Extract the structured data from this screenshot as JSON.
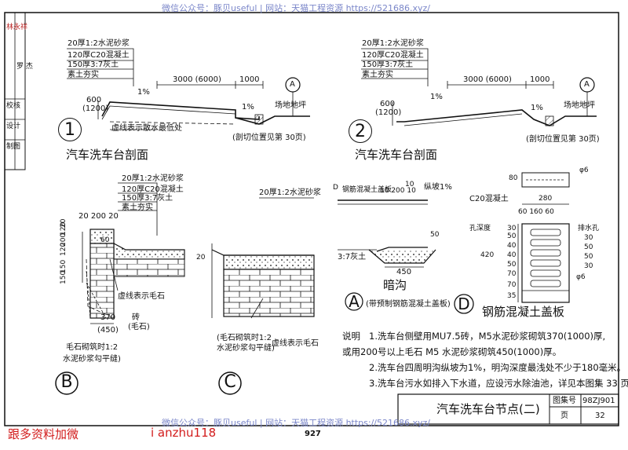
{
  "watermark": {
    "top": "微信公众号：豚贝useful | 网站：天猫工程资源 https://521686.xyz/",
    "bottom": "微信公众号：豚贝useful | 网站：天猫工程资源 https://521686.xyz/"
  },
  "side_stamp": {
    "signatures": [
      "林永祥",
      "罗 杰"
    ],
    "rows": [
      "校核",
      "设计",
      "制图"
    ]
  },
  "section1": {
    "marker": "1",
    "title": "汽车洗车台剖面",
    "layers": [
      "20厚1:2水泥砂浆",
      "120厚C20混凝土",
      "150厚3:7灰土",
      "素土夯实"
    ],
    "dim_long": "3000 (6000)",
    "dim_short": "1000",
    "slope_1": "1%",
    "slope_2": "1%",
    "dim_height_a": "600",
    "dim_height_b": "(1200)",
    "note_dashed": "虚线表示散水最低处",
    "note_ground": "场地地坪",
    "detail_marker": "A",
    "note_cut": "(剖切位置见第 30页)"
  },
  "section2": {
    "marker": "2",
    "title": "汽车洗车台剖面",
    "layers": [
      "20厚1:2水泥砂浆",
      "120厚C20混凝土",
      "150厚3:7灰土",
      "素土夯实"
    ],
    "dim_long": "3000 (6000)",
    "dim_short": "1000",
    "slope_1": "1%",
    "slope_2": "1%",
    "dim_height_a": "600",
    "dim_height_b": "(1200)",
    "note_ground": "场地地坪",
    "detail_marker": "A",
    "note_cut": "(剖切位置见第 30页)"
  },
  "detailB": {
    "marker": "B",
    "layers": [
      "20厚1:2水泥砂浆",
      "120厚C20混凝土",
      "150厚3:7灰土",
      "素土夯实"
    ],
    "top_dims": "20 200 20",
    "vertical_dims": [
      "20",
      "150",
      "120",
      "200",
      "120",
      "150"
    ],
    "dim_60": "60",
    "dim_370": "370",
    "dim_450": "(450)",
    "brick": "砖",
    "stone": "(毛石)",
    "note_dashed": "虚线表示毛石",
    "note_mortar": "毛石砌筑时1:2",
    "note_mortar2": "水泥砂浆勾平缝)"
  },
  "detailC": {
    "marker": "C",
    "dim_20": "20",
    "note_mortar": "(毛石砌筑时1:2",
    "note_mortar2": "水泥砂浆勾平缝)",
    "note_dashed": "虚线表示毛石"
  },
  "detailA": {
    "marker": "A",
    "top_layer": "20厚1:2水泥砂浆",
    "cover_ref": "钢筋混凝土盖板",
    "cover_marker": "D",
    "dims": "10  200  10",
    "dim_10": "10",
    "slope": "纵坡1%",
    "lime": "3:7灰土",
    "dim_450": "450",
    "dim_50": "50",
    "title": "暗沟",
    "subtitle": "(带预制钢筋混凝土盖板)"
  },
  "detailD": {
    "marker": "D",
    "title": "钢筋混凝土盖板",
    "rebar": "φ6",
    "rebar2": "φ6",
    "concrete": "C20混凝土",
    "dim_80": "80",
    "dim_280": "280",
    "sub_dims": "60  160  60",
    "drain": "排水孔",
    "width_label": "孔深度",
    "dim_420": "420",
    "left_dims": [
      "35",
      "70",
      "70",
      "50",
      "40",
      "40",
      "50",
      "30"
    ],
    "right_dims": [
      "30",
      "50",
      "50",
      "30"
    ]
  },
  "notes": {
    "label": "说明",
    "lines": [
      "1.洗车台侧壁用MU7.5砖，M5水泥砂浆砌筑370(1000)厚,",
      "或用200号以上毛石 M5 水泥砂浆砌筑450(1000)厚。",
      "2.洗车台四周明沟纵坡为1%，明沟深度最浅处不少于180毫米。",
      "3.洗车台污水如排入下水道，应设污水除油池，详见本图集 33 页。"
    ]
  },
  "title_block": {
    "title": "汽车洗车台节点(二)",
    "set_label": "图集号",
    "set_value": "98ZJ901",
    "page_label": "页",
    "page_value": "32"
  },
  "footer": {
    "left": "跟多资料加微",
    "middle": "i anzhu118",
    "page_number": "927"
  }
}
